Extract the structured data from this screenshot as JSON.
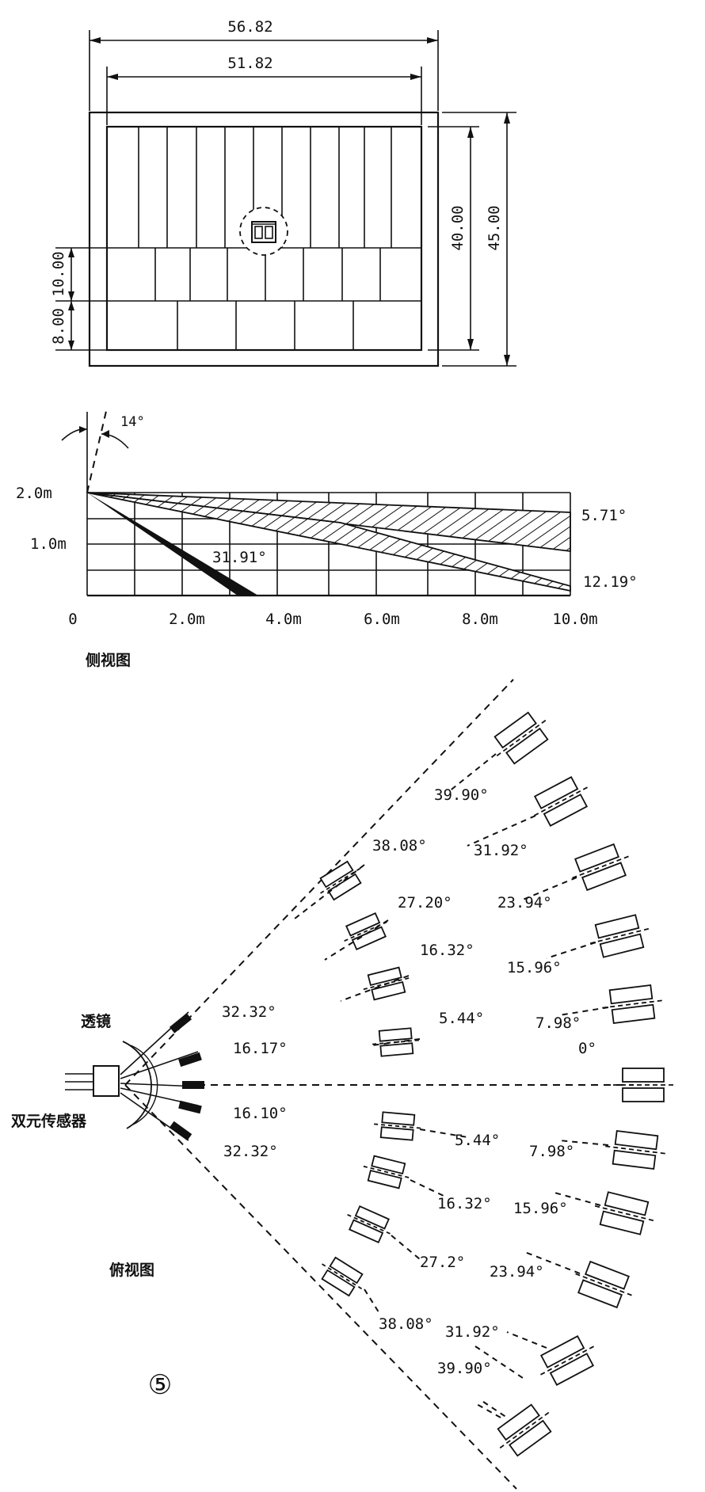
{
  "floor_plan": {
    "dim_outer_width": "56.82",
    "dim_inner_width": "51.82",
    "dim_inner_height": "40.00",
    "dim_outer_height": "45.00",
    "dim_row_mid": "10.00",
    "dim_row_bottom": "8.00"
  },
  "side_view": {
    "caption": "侧视图",
    "tilt_angle": "14°",
    "y_labels": [
      "2.0m",
      "1.0m"
    ],
    "x_labels": [
      "0",
      "2.0m",
      "4.0m",
      "6.0m",
      "8.0m",
      "10.0m"
    ],
    "beam_angles": [
      "5.71°",
      "12.19°",
      "31.91°"
    ]
  },
  "top_view": {
    "caption": "俯视图",
    "lens_label": "透镜",
    "sensor_label": "双元传感器",
    "fan_labels": [
      "32.32°",
      "16.17°",
      "16.10°",
      "32.32°"
    ],
    "near_upper": [
      "38.08°",
      "27.20°",
      "16.32°",
      "5.44°"
    ],
    "near_lower": [
      "5.44°",
      "16.32°",
      "27.2°",
      "38.08°"
    ],
    "far_upper": [
      "39.90°",
      "31.92°",
      "23.94°",
      "15.96°",
      "7.98°",
      "0°"
    ],
    "far_lower": [
      "7.98°",
      "15.96°",
      "23.94°",
      "31.92°",
      "39.90°"
    ]
  },
  "figure_number": "⑤"
}
